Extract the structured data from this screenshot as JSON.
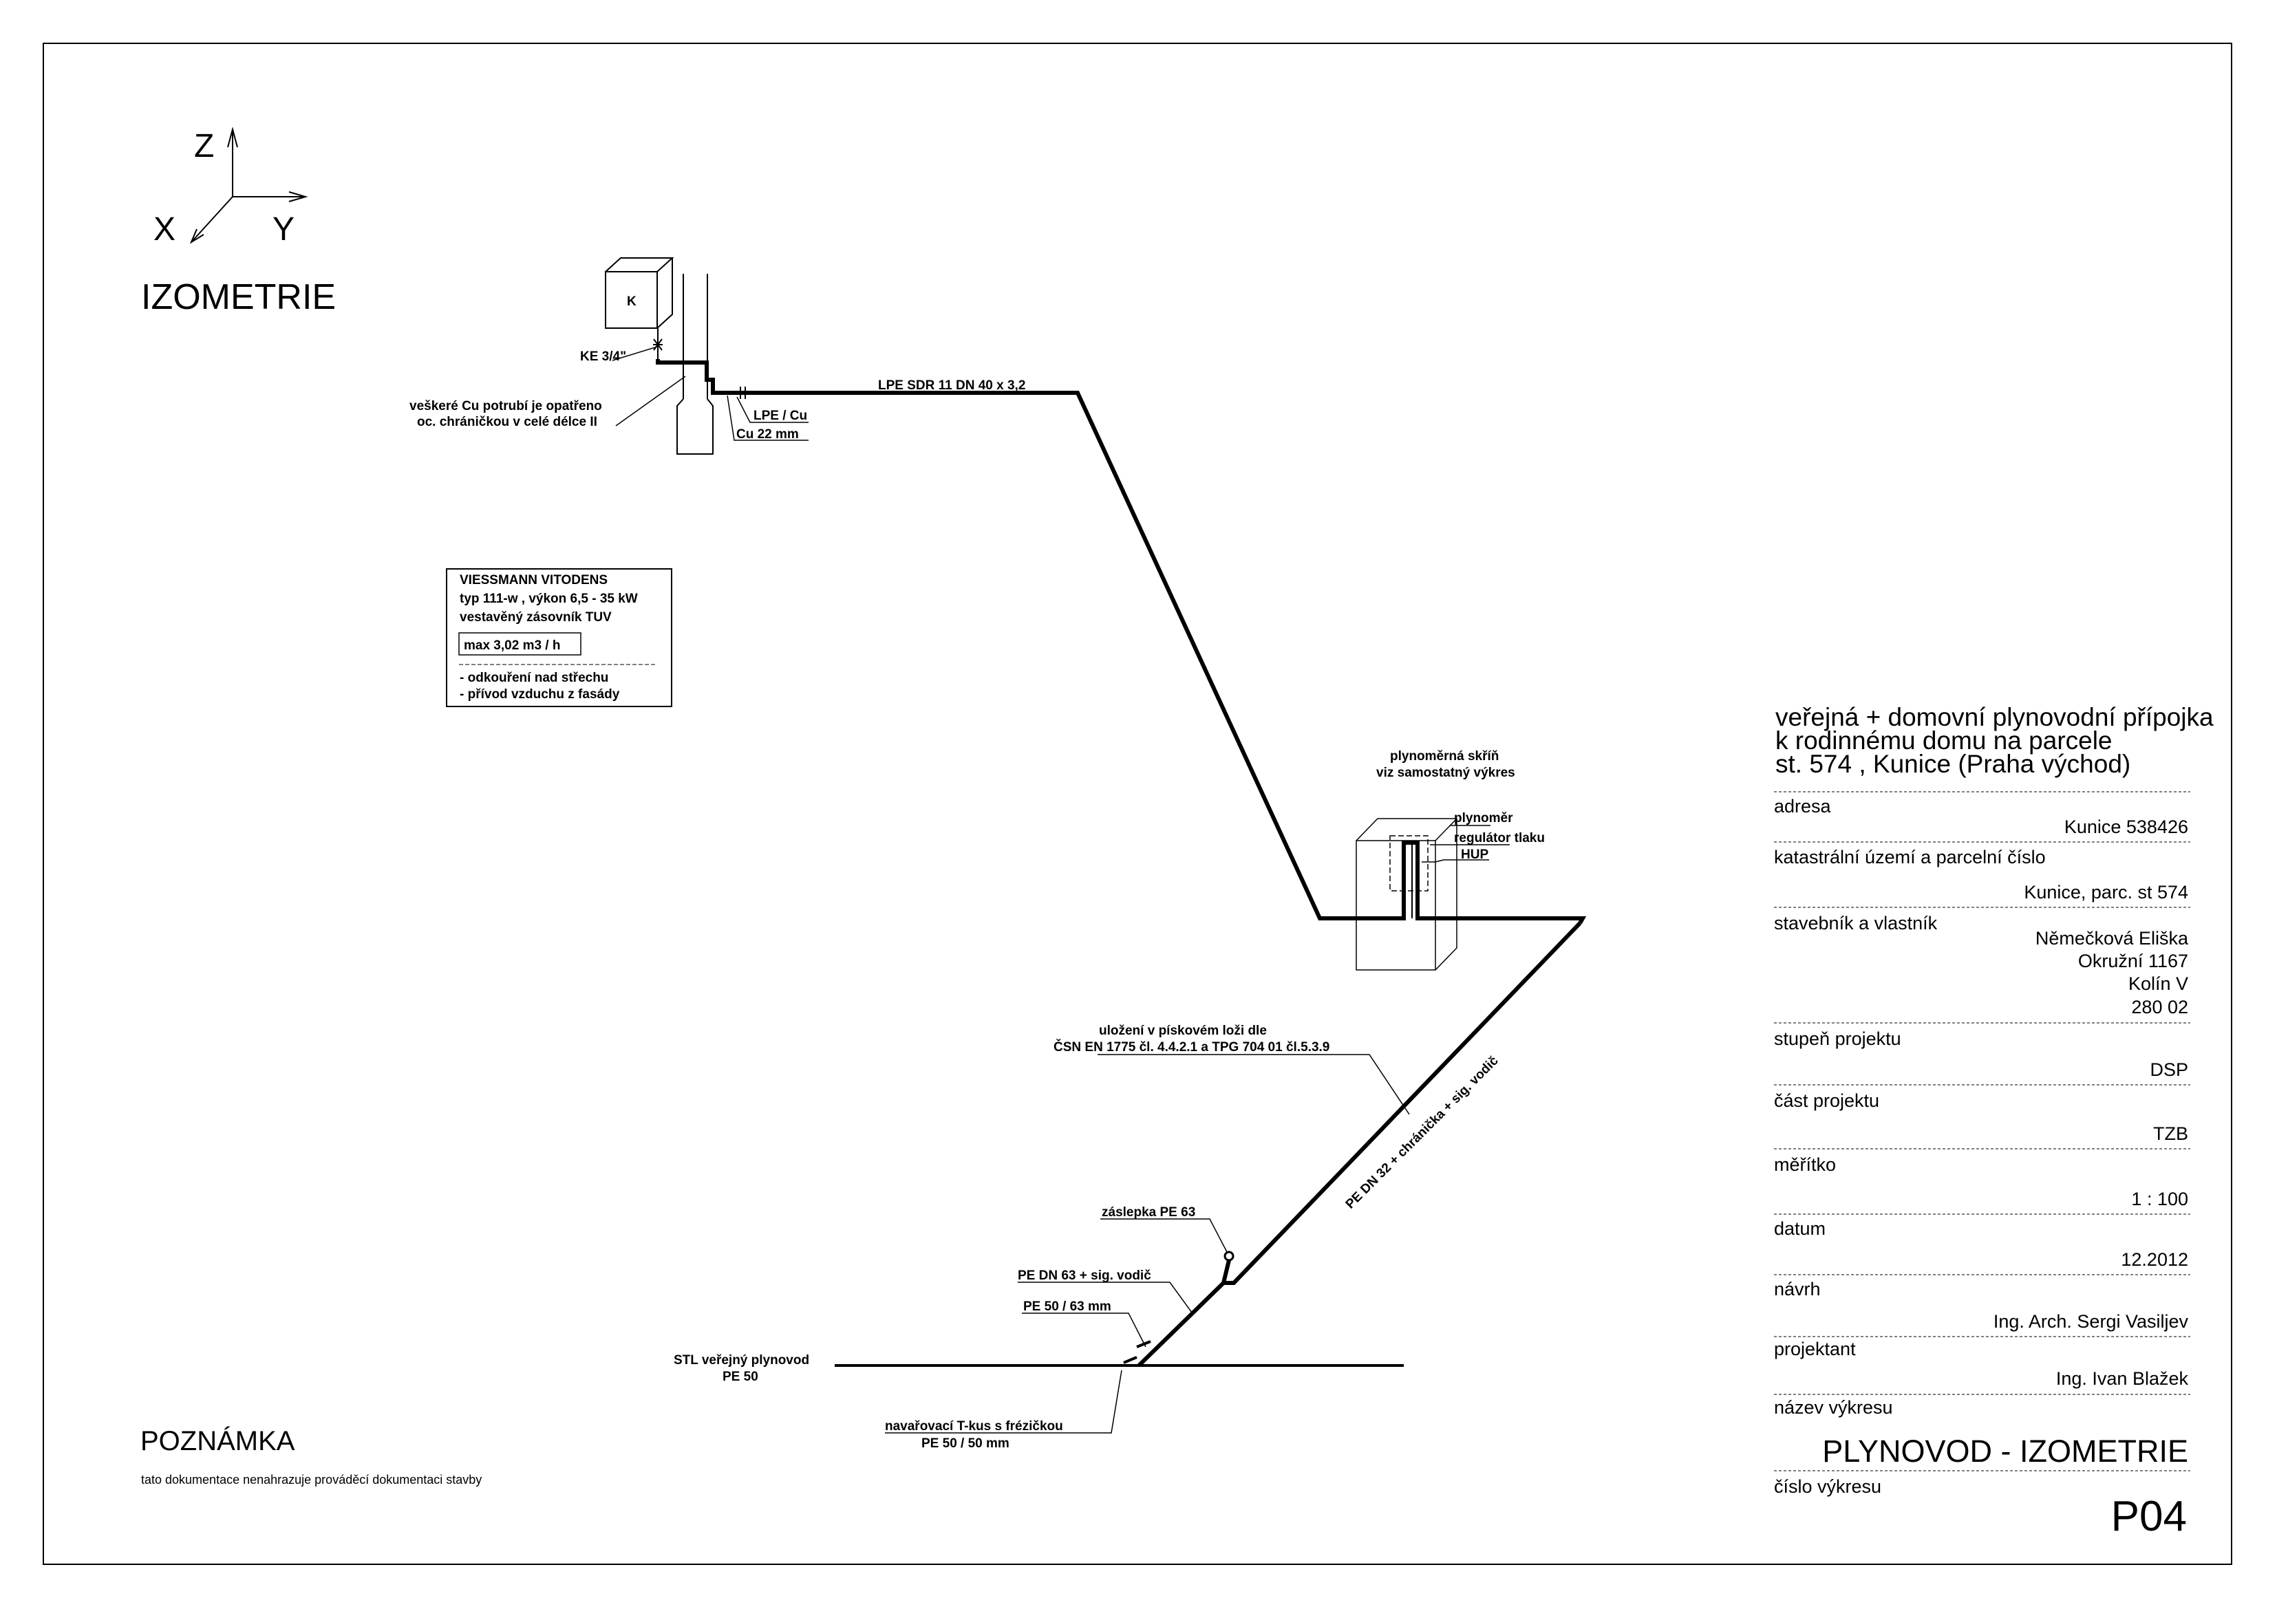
{
  "axes": {
    "z": "Z",
    "x": "X",
    "y": "Y"
  },
  "view_title": "IZOMETRIE",
  "boiler_letter": "K",
  "labels": {
    "valve": "KE 3/4\"",
    "cu_note_1": "veškeré Cu potrubí je opatřeno",
    "cu_note_2": "oc. chráničkou v celé délce II",
    "lpe_cu": "LPE / Cu",
    "cu22": "Cu 22 mm",
    "lpe_pipe": "LPE SDR 11 DN 40 x 3,2",
    "cabinet_1": "plynoměrná skříň",
    "cabinet_2": "viz samostatný výkres",
    "meter": "plynoměr",
    "regulator": "regulátor tlaku",
    "hup": "HUP",
    "bedding_1": "uložení v pískovém loži dle",
    "bedding_2": "ČSN EN 1775 čl. 4.4.2.1 a TPG 704 01 čl.5.3.9",
    "pe32": "PE DN 32 + chránička + sig. vodič",
    "plug": "záslepka PE 63",
    "pe63": "PE DN 63 + sig. vodič",
    "pe50_63": "PE 50 / 63 mm",
    "main_1": "STL veřejný plynovod",
    "main_2": "PE 50",
    "tee_1": "navařovací T-kus s frézičkou",
    "tee_2": "PE 50 / 50 mm"
  },
  "boiler_box": {
    "line1": "VIESSMANN VITODENS",
    "line2": "typ 111-w , výkon 6,5 - 35 kW",
    "line3": "vestavěný zásovník TUV",
    "flow": "max 3,02 m3 / h",
    "bullet1": "- odkouření nad střechu",
    "bullet2": "- přívod vzduchu z fasády"
  },
  "note": {
    "heading": "POZNÁMKA",
    "text": "tato dokumentace nenahrazuje prováděcí dokumentaci stavby"
  },
  "title_block": {
    "title_1": "veřejná + domovní plynovodní přípojka",
    "title_2": "k rodinnému domu na parcele",
    "title_3": "st. 574 , Kunice (Praha východ)",
    "address_label": "adresa",
    "address_value": "Kunice 538426",
    "cadastre_label": "katastrální území a parcelní číslo",
    "cadastre_value": "Kunice, parc. st 574",
    "owner_label": "stavebník a vlastník",
    "owner_name": "Němečková Eliška",
    "owner_street": "Okružní 1167",
    "owner_city": "Kolín V",
    "owner_zip": "280 02",
    "stage_label": "stupeň projektu",
    "stage_value": "DSP",
    "part_label": "část projektu",
    "part_value": "TZB",
    "scale_label": "měřítko",
    "scale_value": "1 : 100",
    "date_label": "datum",
    "date_value": "12.2012",
    "design_label": "návrh",
    "design_value": "Ing. Arch. Sergi Vasiljev",
    "designer_label": "projektant",
    "designer_value": "Ing. Ivan Blažek",
    "drawing_name_label": "název výkresu",
    "drawing_name_value": "PLYNOVOD - IZOMETRIE",
    "drawing_no_label": "číslo výkresu",
    "drawing_no_value": "P04"
  }
}
